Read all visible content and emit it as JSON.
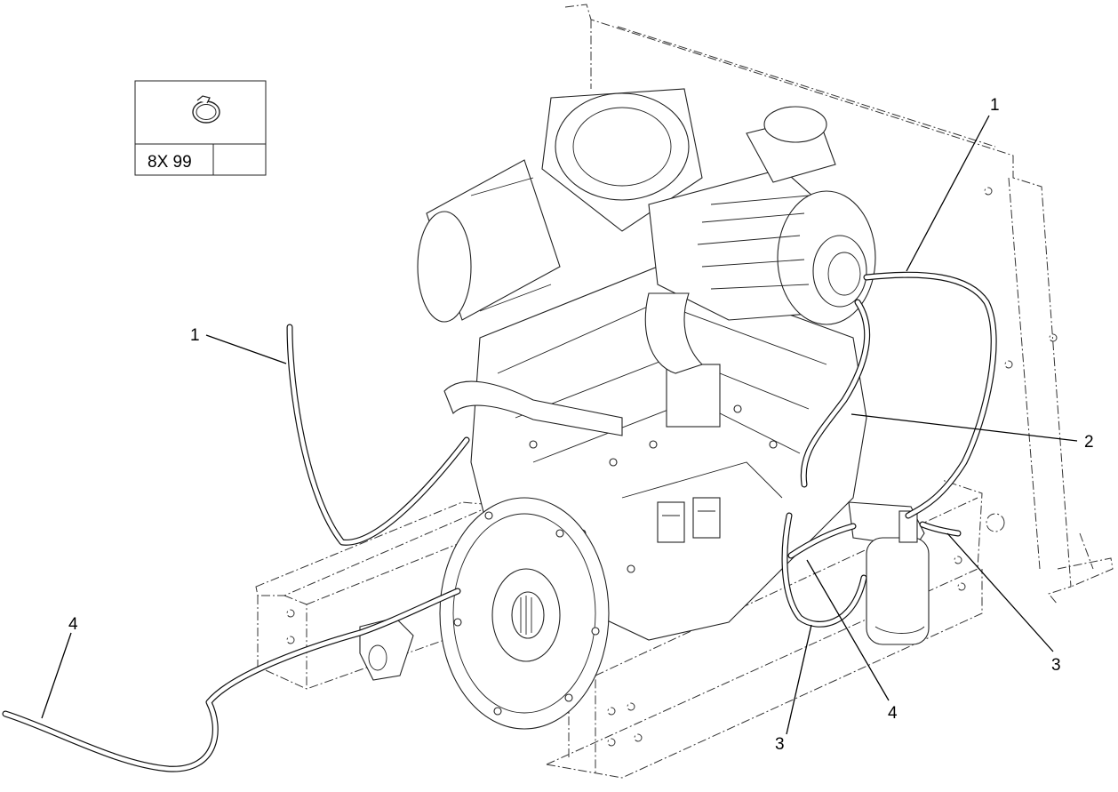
{
  "kit_box": {
    "icon": "hose-clamp-icon",
    "quantity_label": "8X 99"
  },
  "callouts": {
    "c1_left": "1",
    "c1_right": "1",
    "c2": "2",
    "c3_right": "3",
    "c3_bottom": "3",
    "c4_left": "4",
    "c4_bottom": "4"
  }
}
